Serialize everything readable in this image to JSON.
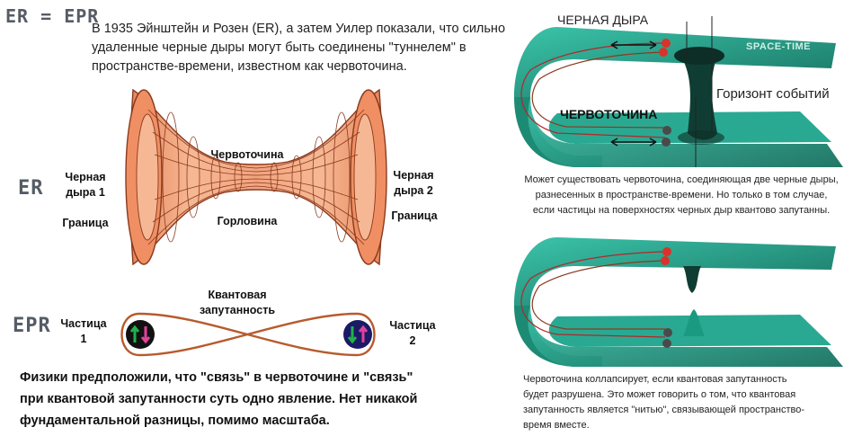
{
  "header": {
    "title": "ER = EPR"
  },
  "intro": {
    "line1": "В 1935 Эйнштейн и Розен (ER), а затем Уилер показали, что сильно",
    "line2": "удаленные черные дыры могут быть соединены \"туннелем\" в",
    "line3": "пространстве-времени, известном как червоточина."
  },
  "side_labels": {
    "er": "ER",
    "epr": "EPR"
  },
  "wormhole": {
    "bh1_line1": "Черная",
    "bh1_line2": "дыра 1",
    "boundary_left": "Граница",
    "wormhole_label": "Червоточина",
    "throat": "Горловина",
    "bh2_line1": "Черная",
    "bh2_line2": "дыра 2",
    "boundary_right": "Граница"
  },
  "entanglement": {
    "label_line1": "Квантовая",
    "label_line2": "запутанность",
    "particle1_line1": "Частица",
    "particle1_line2": "1",
    "particle2_line1": "Частица",
    "particle2_line2": "2"
  },
  "conclusion": {
    "line1": "Физики предположили, что \"связь\" в червоточине и \"связь\"",
    "line2": "при квантовой запутанности суть одно явление. Нет никакой",
    "line3": "фундаментальной разницы, помимо масштаба."
  },
  "top_figure": {
    "black_hole": "ЧЕРНАЯ ДЫРА",
    "space_time": "SPACE-TIME",
    "horizon": "Горизонт событий",
    "wormhole": "ЧЕРВОТОЧИНА",
    "caption_line1": "Может существовать червоточина, соединяющая две черные дыры,",
    "caption_line2": "разнесенных в пространстве-времени. Но только в том случае,",
    "caption_line3": "если частицы на поверхностях черных дыр квантово запутанны."
  },
  "bottom_figure": {
    "caption_line1": "Червоточина коллапсирует, если квантовая запутанность",
    "caption_line2": "будет разрушена. Это может говорить о том, что квантовая",
    "caption_line3": "запутанность является \"нитью\", связывающей пространство-",
    "caption_line4": "время вместе."
  },
  "colors": {
    "funnel": "#f2a47f",
    "funnel_line": "#8a3a1e",
    "sheet": "#2aa992",
    "sheet_dark": "#17705f",
    "loop": "#b85a2e",
    "particle_red": "#d8332a",
    "particle_green": "#22b14c",
    "particle_purple": "#e0439a"
  }
}
